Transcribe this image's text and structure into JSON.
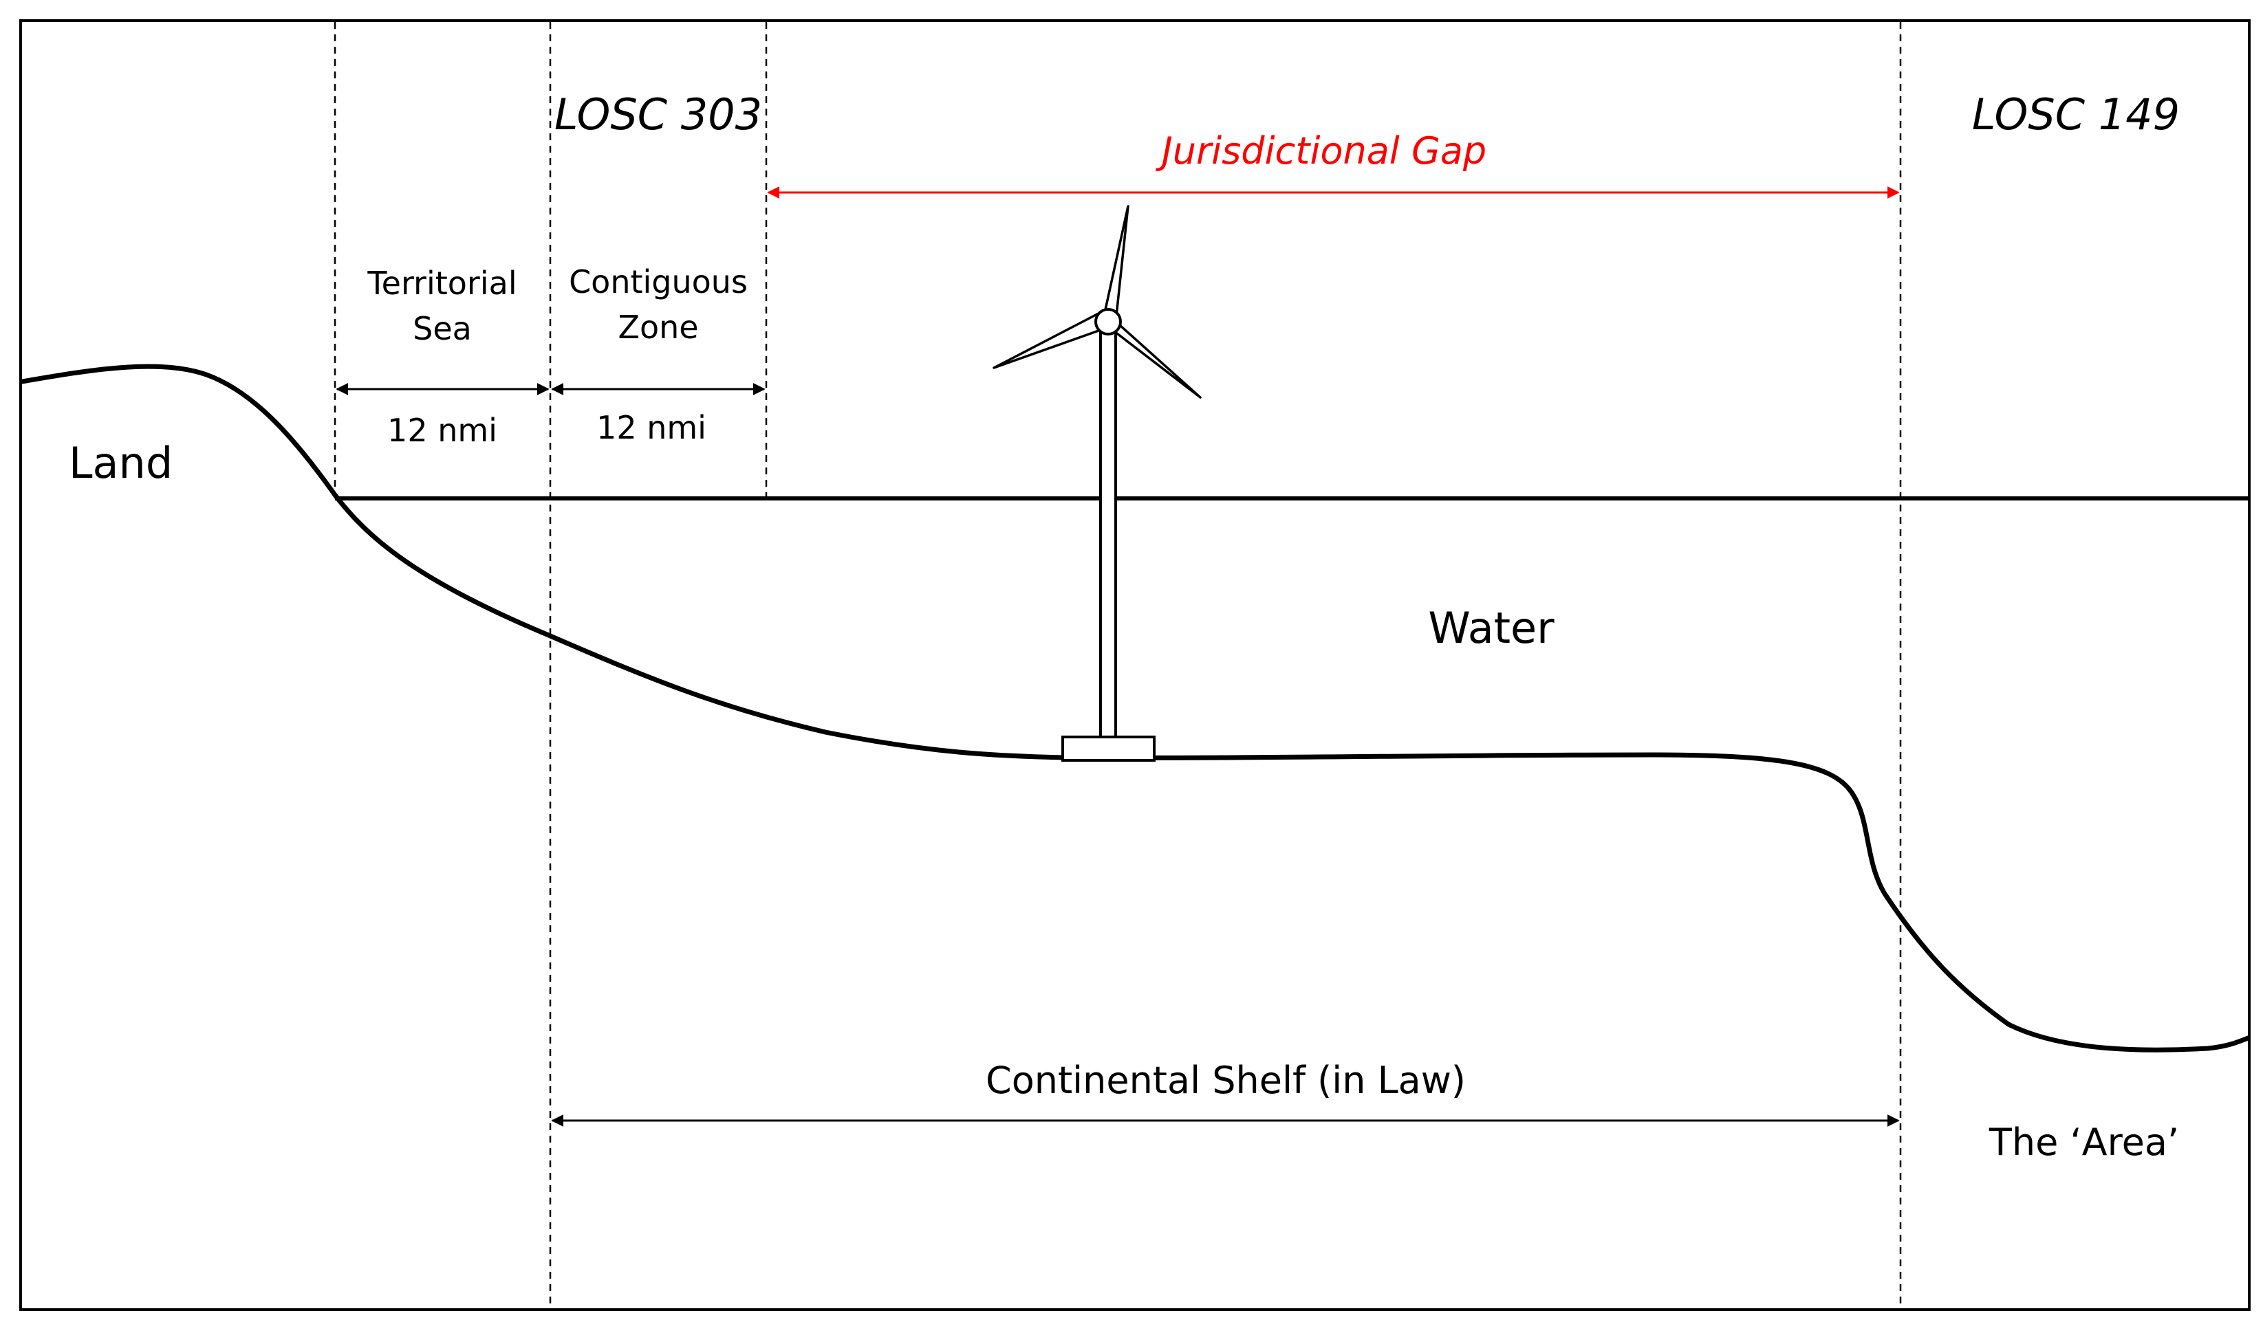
{
  "labels": {
    "land": "Land",
    "water": "Water",
    "losc_303": "LOSC 303",
    "losc_149": "LOSC 149",
    "jurisdictional_gap": "Jurisdictional Gap",
    "territorial_sea_line1": "Territorial",
    "territorial_sea_line2": "Sea",
    "contiguous_zone_line1": "Contiguous",
    "contiguous_zone_line2": "Zone",
    "territorial_sea_width": "12 nmi",
    "contiguous_zone_width": "12 nmi",
    "continental_shelf": "Continental Shelf (in Law)",
    "the_area": "The ‘Area’"
  },
  "colors": {
    "line": "#000000",
    "gap_accent": "#ff0000",
    "background": "#ffffff"
  }
}
